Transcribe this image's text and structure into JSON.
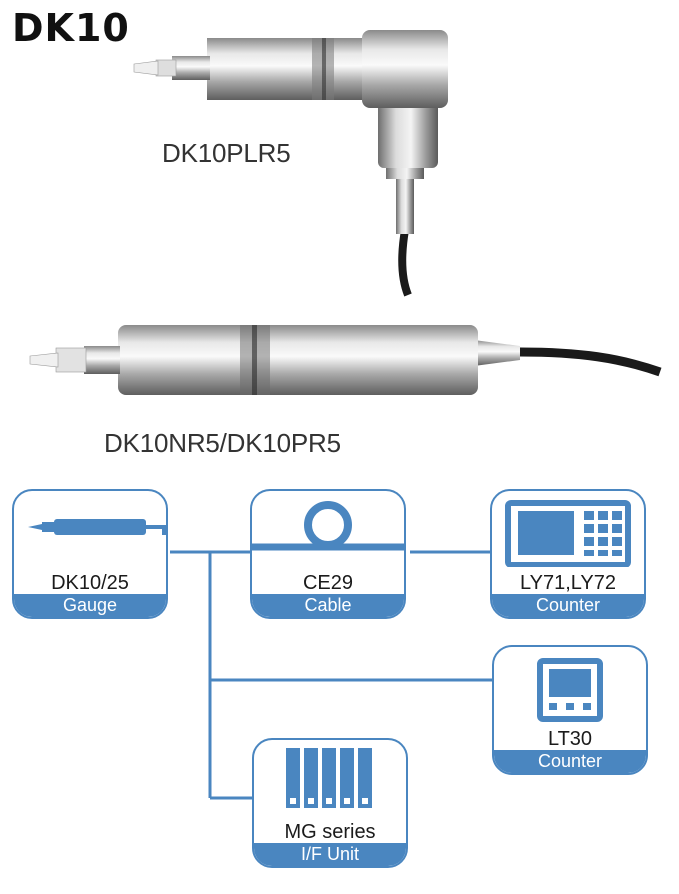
{
  "title": "DK10",
  "captions": {
    "product_1": "DK10PLR5",
    "product_2": "DK10NR5/DK10PR5"
  },
  "nodes": {
    "gauge": {
      "name": "DK10/25",
      "category": "Gauge"
    },
    "cable": {
      "name": "CE29",
      "category": "Cable"
    },
    "counter_1": {
      "name": "LY71,LY72",
      "category": "Counter"
    },
    "counter_2": {
      "name": "LT30",
      "category": "Counter"
    },
    "interface": {
      "name": "MG series",
      "category": "I/F Unit"
    }
  },
  "colors": {
    "accent": "#4a86c0"
  },
  "icons": [
    "gauge-probe-icon",
    "cable-reel-icon",
    "counter-display-icon",
    "counter-small-icon",
    "interface-unit-icon"
  ]
}
